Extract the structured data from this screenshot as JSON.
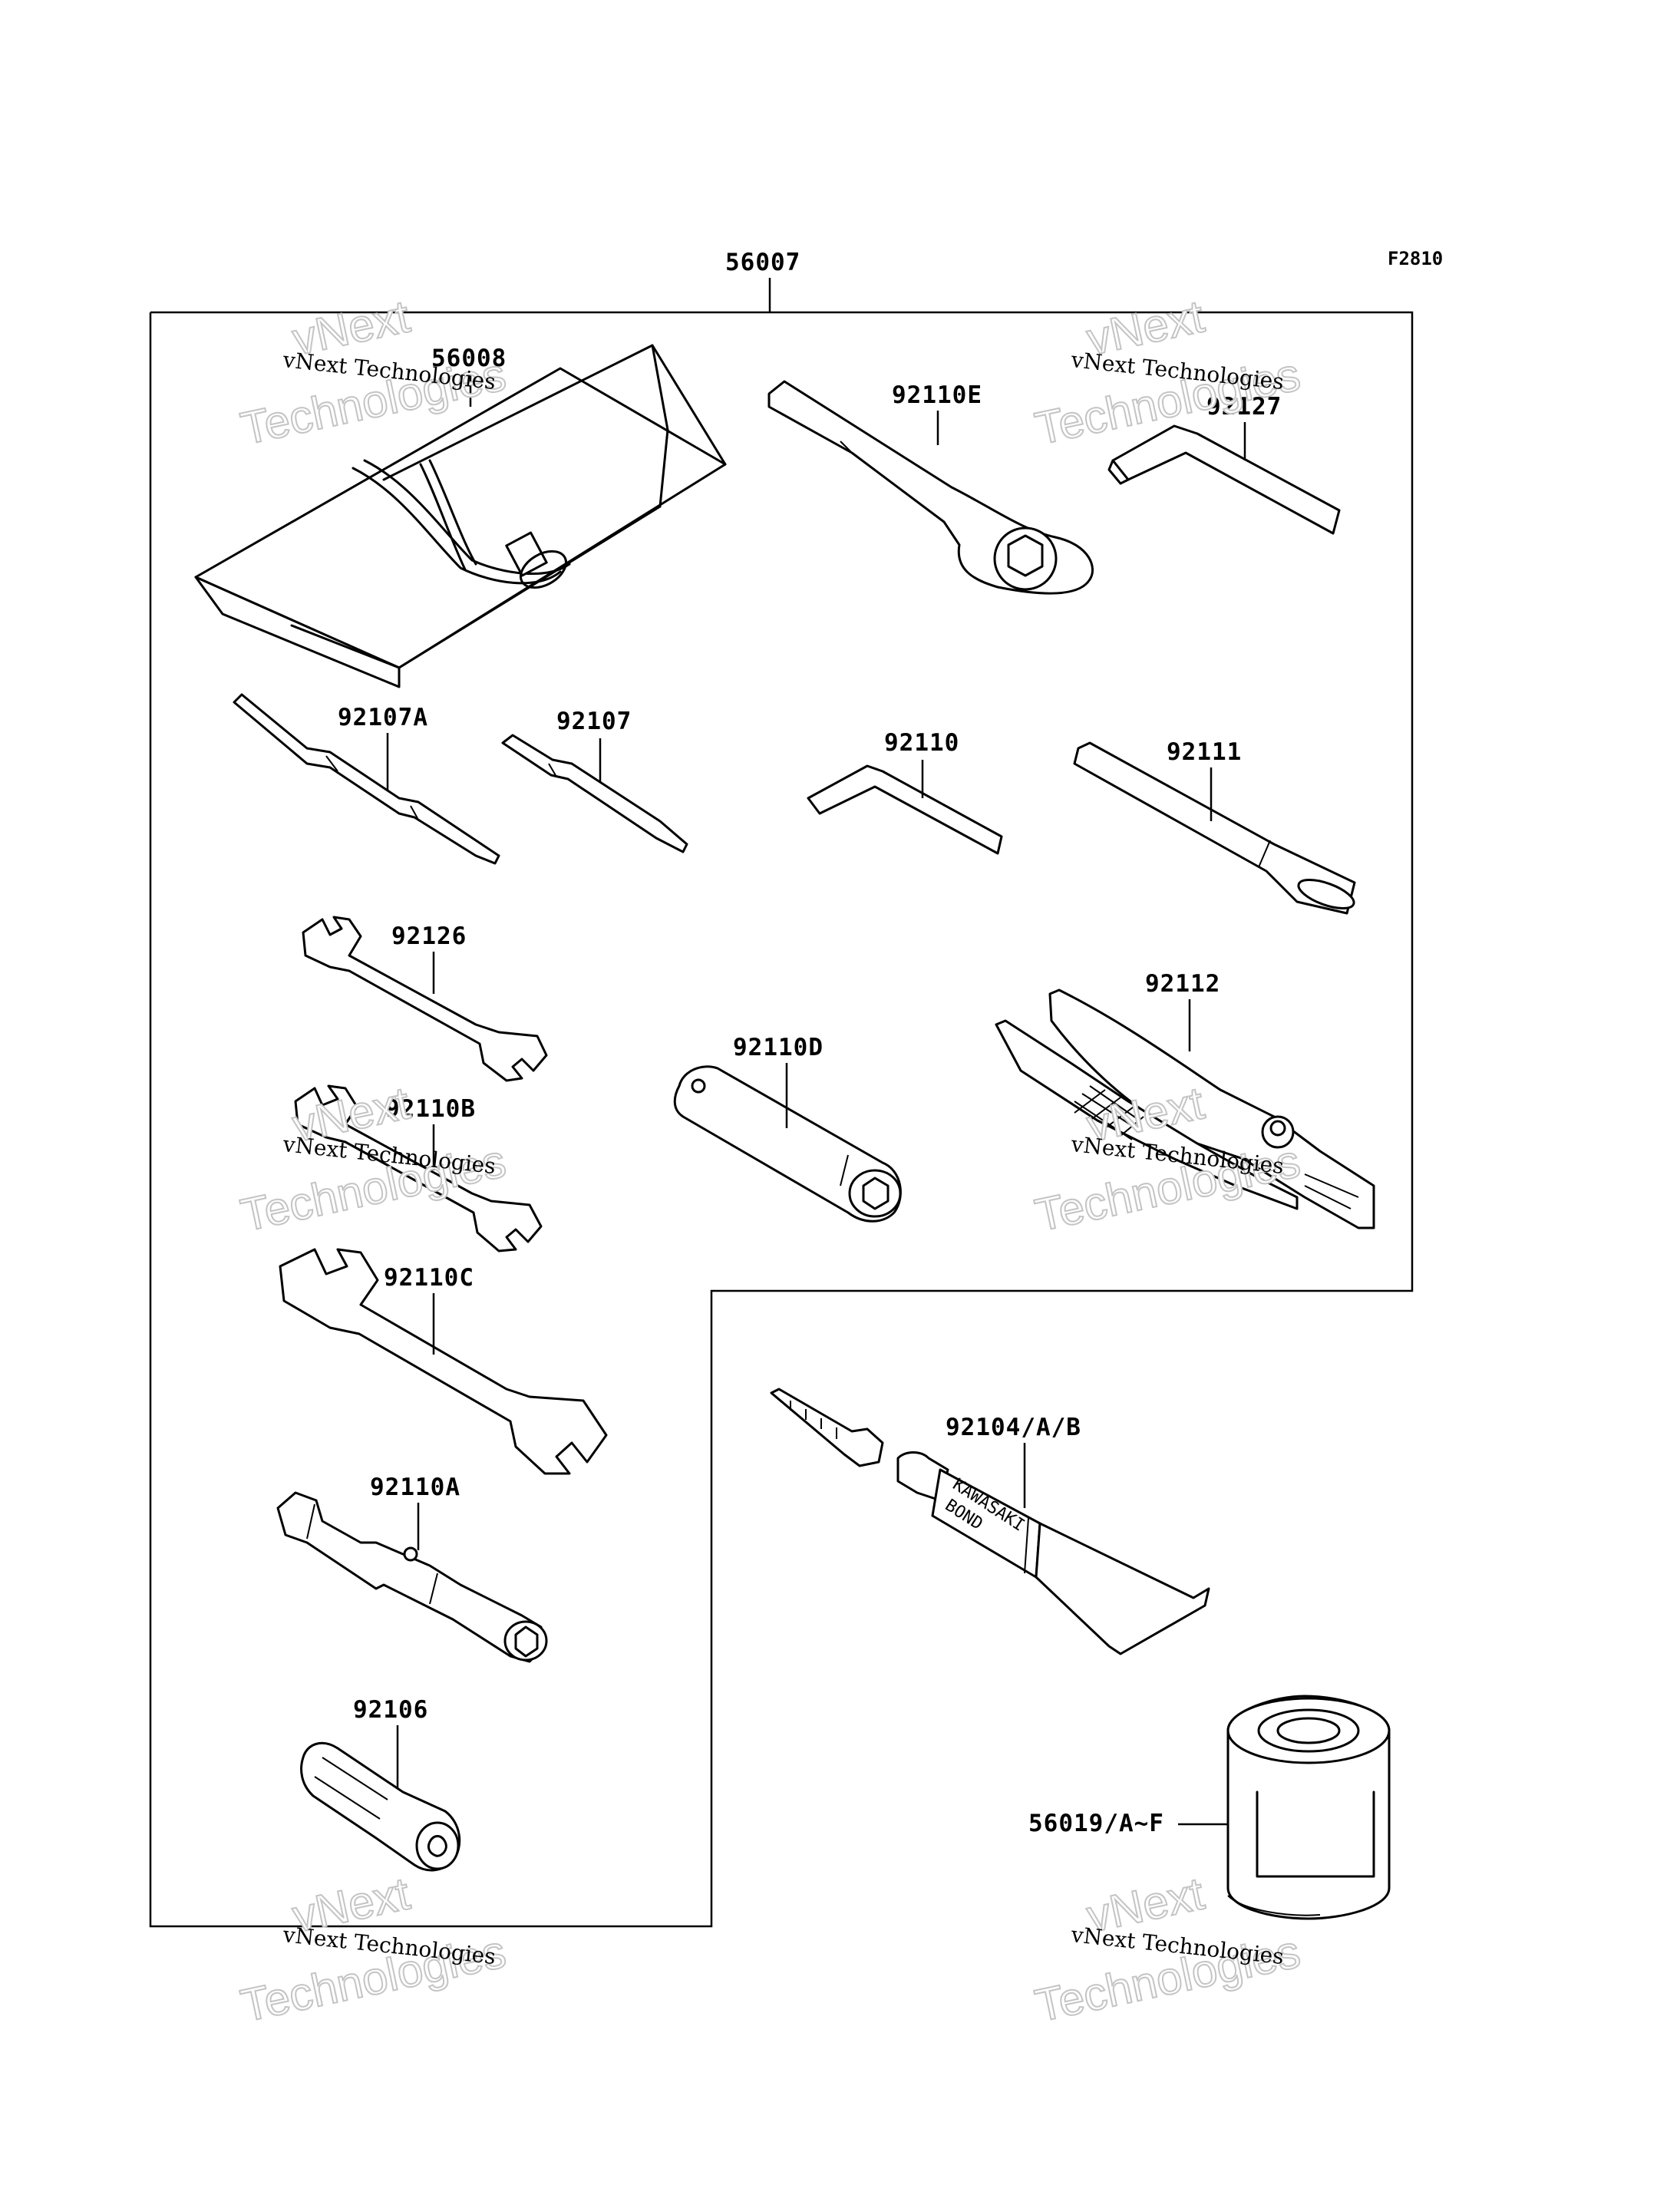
{
  "figure_code": "F2810",
  "kit_label": "56007",
  "parts": [
    {
      "id": "56008",
      "label": "56008",
      "name": "tool-bag"
    },
    {
      "id": "92110E",
      "label": "92110E",
      "name": "ring-wrench"
    },
    {
      "id": "92127",
      "label": "92127",
      "name": "hex-key-large"
    },
    {
      "id": "92107A",
      "label": "92107A",
      "name": "screwdriver-bit-long"
    },
    {
      "id": "92107",
      "label": "92107",
      "name": "screwdriver-bit"
    },
    {
      "id": "92110",
      "label": "92110",
      "name": "hex-key-small"
    },
    {
      "id": "92111",
      "label": "92111",
      "name": "screwdriver-handle"
    },
    {
      "id": "92126",
      "label": "92126",
      "name": "open-end-wrench-small"
    },
    {
      "id": "92112",
      "label": "92112",
      "name": "pliers"
    },
    {
      "id": "92110D",
      "label": "92110D",
      "name": "socket-wrench-tube"
    },
    {
      "id": "92110B",
      "label": "92110B",
      "name": "open-end-wrench-medium"
    },
    {
      "id": "92110C",
      "label": "92110C",
      "name": "open-end-wrench-large"
    },
    {
      "id": "92104/A/B",
      "label": "92104/A/B",
      "name": "bond-tube"
    },
    {
      "id": "92110A",
      "label": "92110A",
      "name": "spark-plug-wrench"
    },
    {
      "id": "92106",
      "label": "92106",
      "name": "grip-handle"
    },
    {
      "id": "56019/A~F",
      "label": "56019/A~F",
      "name": "oil-filter-can"
    }
  ],
  "bond_text_1": "KAWASAKI",
  "bond_text_2": "BOND",
  "watermark": {
    "line1": "vNext",
    "line2": "vNext Technologies",
    "line3": "Technologies"
  }
}
